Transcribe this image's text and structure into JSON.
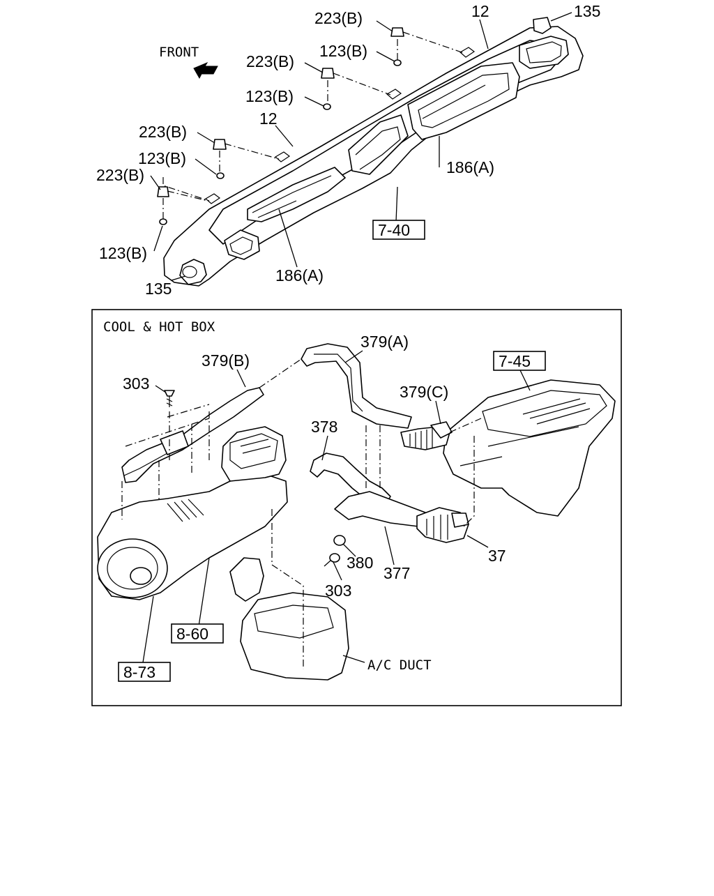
{
  "orientation_label": "FRONT",
  "upper_assembly": {
    "callouts": {
      "c_223b_1": "223(B)",
      "c_12_top": "12",
      "c_135_top": "135",
      "c_123b_1": "123(B)",
      "c_223b_2": "223(B)",
      "c_123b_2": "123(B)",
      "c_12_mid": "12",
      "c_223b_3": "223(B)",
      "c_123b_3": "123(B)",
      "c_223b_4": "223(B)",
      "c_186a_right": "186(A)",
      "c_123b_4": "123(B)",
      "c_135_bottom": "135",
      "c_186a_bottom": "186(A)"
    },
    "refs": {
      "r_7_40": "7-40"
    }
  },
  "lower_assembly": {
    "title": "COOL & HOT BOX",
    "callouts": {
      "c_379a": "379(A)",
      "c_379b": "379(B)",
      "c_303_top": "303",
      "c_379c": "379(C)",
      "c_378": "378",
      "c_37": "37",
      "c_380": "380",
      "c_377": "377",
      "c_303_bottom": "303",
      "c_ac_duct": "A/C DUCT"
    },
    "refs": {
      "r_7_45": "7-45",
      "r_8_60": "8-60",
      "r_8_73": "8-73"
    }
  }
}
